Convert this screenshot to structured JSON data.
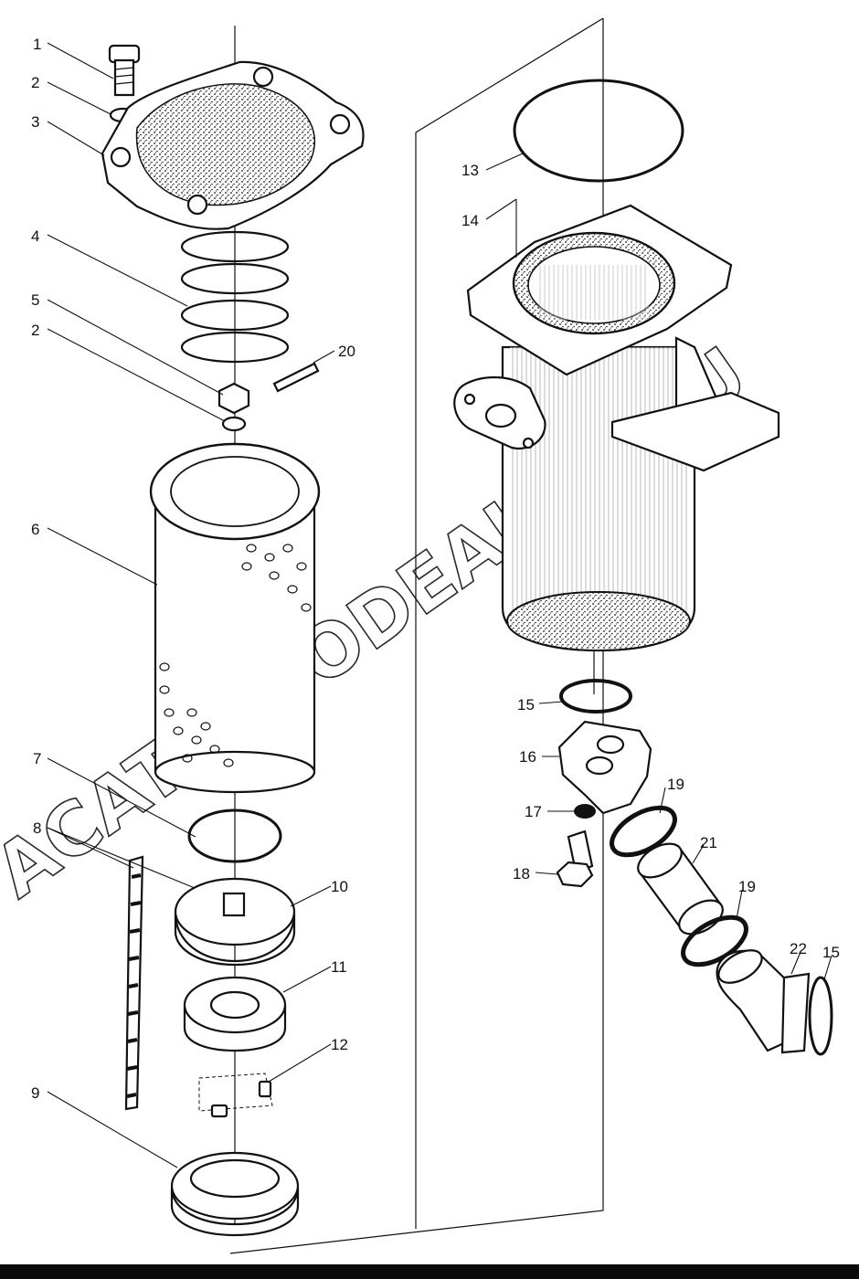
{
  "diagram": {
    "watermark": "ACATAUTODEALER.RU",
    "callouts": [
      {
        "id": "1",
        "label": "1"
      },
      {
        "id": "2a",
        "label": "2"
      },
      {
        "id": "3",
        "label": "3"
      },
      {
        "id": "4",
        "label": "4"
      },
      {
        "id": "5",
        "label": "5"
      },
      {
        "id": "2b",
        "label": "2"
      },
      {
        "id": "20",
        "label": "20"
      },
      {
        "id": "6",
        "label": "6"
      },
      {
        "id": "7",
        "label": "7"
      },
      {
        "id": "8",
        "label": "8"
      },
      {
        "id": "10",
        "label": "10"
      },
      {
        "id": "11",
        "label": "11"
      },
      {
        "id": "12",
        "label": "12"
      },
      {
        "id": "9",
        "label": "9"
      },
      {
        "id": "13",
        "label": "13"
      },
      {
        "id": "14",
        "label": "14"
      },
      {
        "id": "15a",
        "label": "15"
      },
      {
        "id": "16",
        "label": "16"
      },
      {
        "id": "17",
        "label": "17"
      },
      {
        "id": "19a",
        "label": "19"
      },
      {
        "id": "18",
        "label": "18"
      },
      {
        "id": "21",
        "label": "21"
      },
      {
        "id": "19b",
        "label": "19"
      },
      {
        "id": "22",
        "label": "22"
      },
      {
        "id": "15b",
        "label": "15"
      }
    ]
  }
}
